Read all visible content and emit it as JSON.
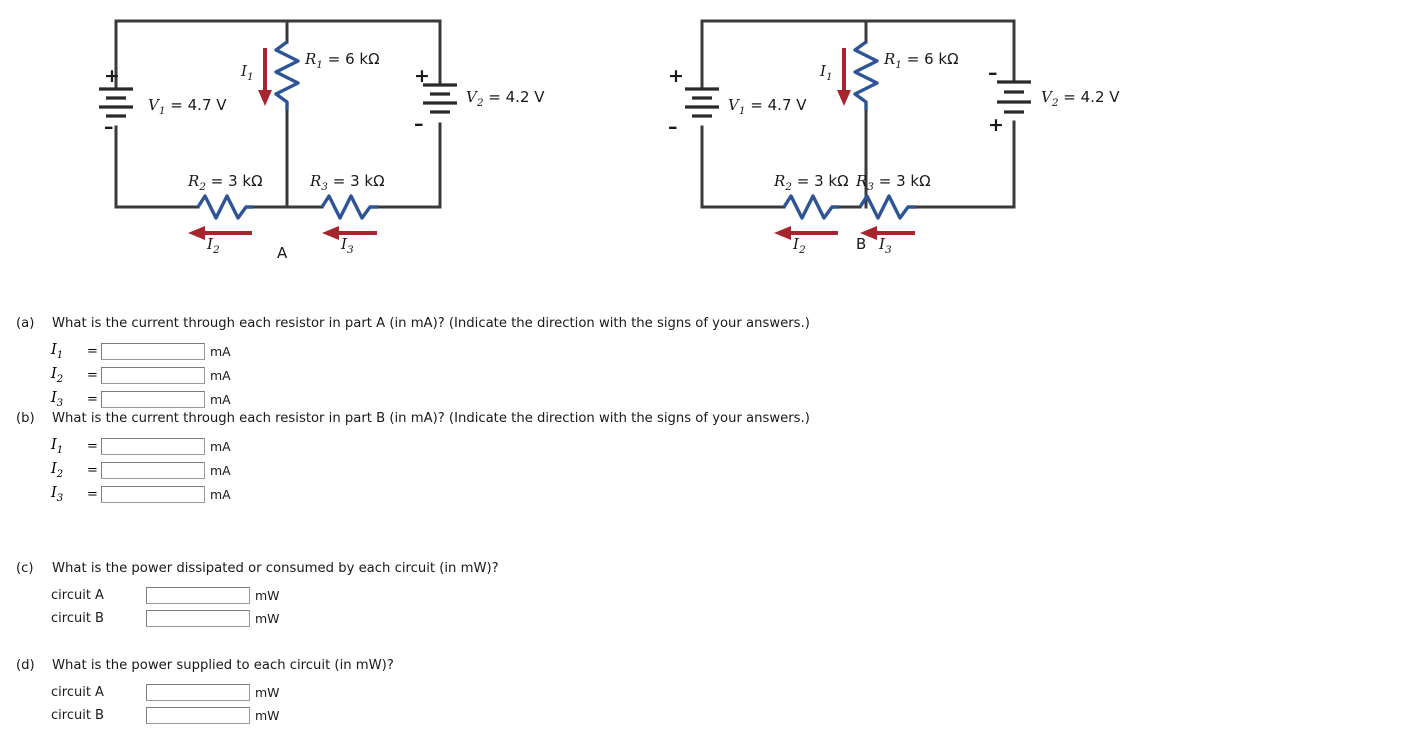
{
  "figures": {
    "circuit_a": {
      "node_label": "A",
      "v1": {
        "symbol": "V",
        "sub": "1",
        "value": "= 4.7 V",
        "plus_top": true,
        "full": "V1 = 4.7 V"
      },
      "v2": {
        "symbol": "V",
        "sub": "2",
        "value": "= 4.2 V",
        "plus_top": true,
        "full": "V2 = 4.2 V"
      },
      "r1": {
        "symbol": "R",
        "sub": "1",
        "value": "= 6 kΩ"
      },
      "r2": {
        "symbol": "R",
        "sub": "2",
        "value": "= 3 kΩ"
      },
      "r3": {
        "symbol": "R",
        "sub": "3",
        "value": "= 3 kΩ"
      },
      "i1": {
        "symbol": "I",
        "sub": "1",
        "direction": "down"
      },
      "i2": {
        "symbol": "I",
        "sub": "2",
        "direction": "left"
      },
      "i3": {
        "symbol": "I",
        "sub": "3",
        "direction": "left"
      }
    },
    "circuit_b": {
      "node_label": "B",
      "v1": {
        "symbol": "V",
        "sub": "1",
        "value": "= 4.7 V",
        "plus_top": true,
        "full": "V1 = 4.7 V"
      },
      "v2": {
        "symbol": "V",
        "sub": "2",
        "value": "= 4.2 V",
        "plus_top": false,
        "full": "V2 = 4.2 V"
      },
      "r1": {
        "symbol": "R",
        "sub": "1",
        "value": "= 6 kΩ"
      },
      "r2": {
        "symbol": "R",
        "sub": "2",
        "value": "= 3 kΩ"
      },
      "r3": {
        "symbol": "R",
        "sub": "3",
        "value": "= 3 kΩ"
      },
      "i1": {
        "symbol": "I",
        "sub": "1",
        "direction": "down"
      },
      "i2": {
        "symbol": "I",
        "sub": "2",
        "direction": "left"
      },
      "i3": {
        "symbol": "I",
        "sub": "3",
        "direction": "left"
      }
    },
    "plus_sign": "+",
    "minus_sign": "−"
  },
  "colors": {
    "wire": "#3a3a3a",
    "resistor": "#2d5496",
    "arrow": "#a8252f",
    "text": "#1a1a1a",
    "input_border": "#9a9a9a",
    "page_background": "#ffffff"
  },
  "questions": [
    {
      "letter": "(a)",
      "text": "What is the current through each resistor in part A (in mA)? (Indicate the direction with the signs of your answers.)",
      "rows": [
        {
          "symbol": "I",
          "sub": "1",
          "eq": "=",
          "value": "",
          "unit": "mA"
        },
        {
          "symbol": "I",
          "sub": "2",
          "eq": "=",
          "value": "",
          "unit": "mA"
        },
        {
          "symbol": "I",
          "sub": "3",
          "eq": "=",
          "value": "",
          "unit": "mA"
        }
      ]
    },
    {
      "letter": "(b)",
      "text": "What is the current through each resistor in part B (in mA)? (Indicate the direction with the signs of your answers.)",
      "rows": [
        {
          "symbol": "I",
          "sub": "1",
          "eq": "=",
          "value": "",
          "unit": "mA"
        },
        {
          "symbol": "I",
          "sub": "2",
          "eq": "=",
          "value": "",
          "unit": "mA"
        },
        {
          "symbol": "I",
          "sub": "3",
          "eq": "=",
          "value": "",
          "unit": "mA"
        }
      ]
    },
    {
      "letter": "(c)",
      "text": "What is the power dissipated or consumed by each circuit (in mW)?",
      "rows": [
        {
          "label": "circuit A",
          "value": "",
          "unit": "mW"
        },
        {
          "label": "circuit B",
          "value": "",
          "unit": "mW"
        }
      ]
    },
    {
      "letter": "(d)",
      "text": "What is the power supplied to each circuit (in mW)?",
      "rows": [
        {
          "label": "circuit A",
          "value": "",
          "unit": "mW"
        },
        {
          "label": "circuit B",
          "value": "",
          "unit": "mW"
        }
      ]
    }
  ]
}
